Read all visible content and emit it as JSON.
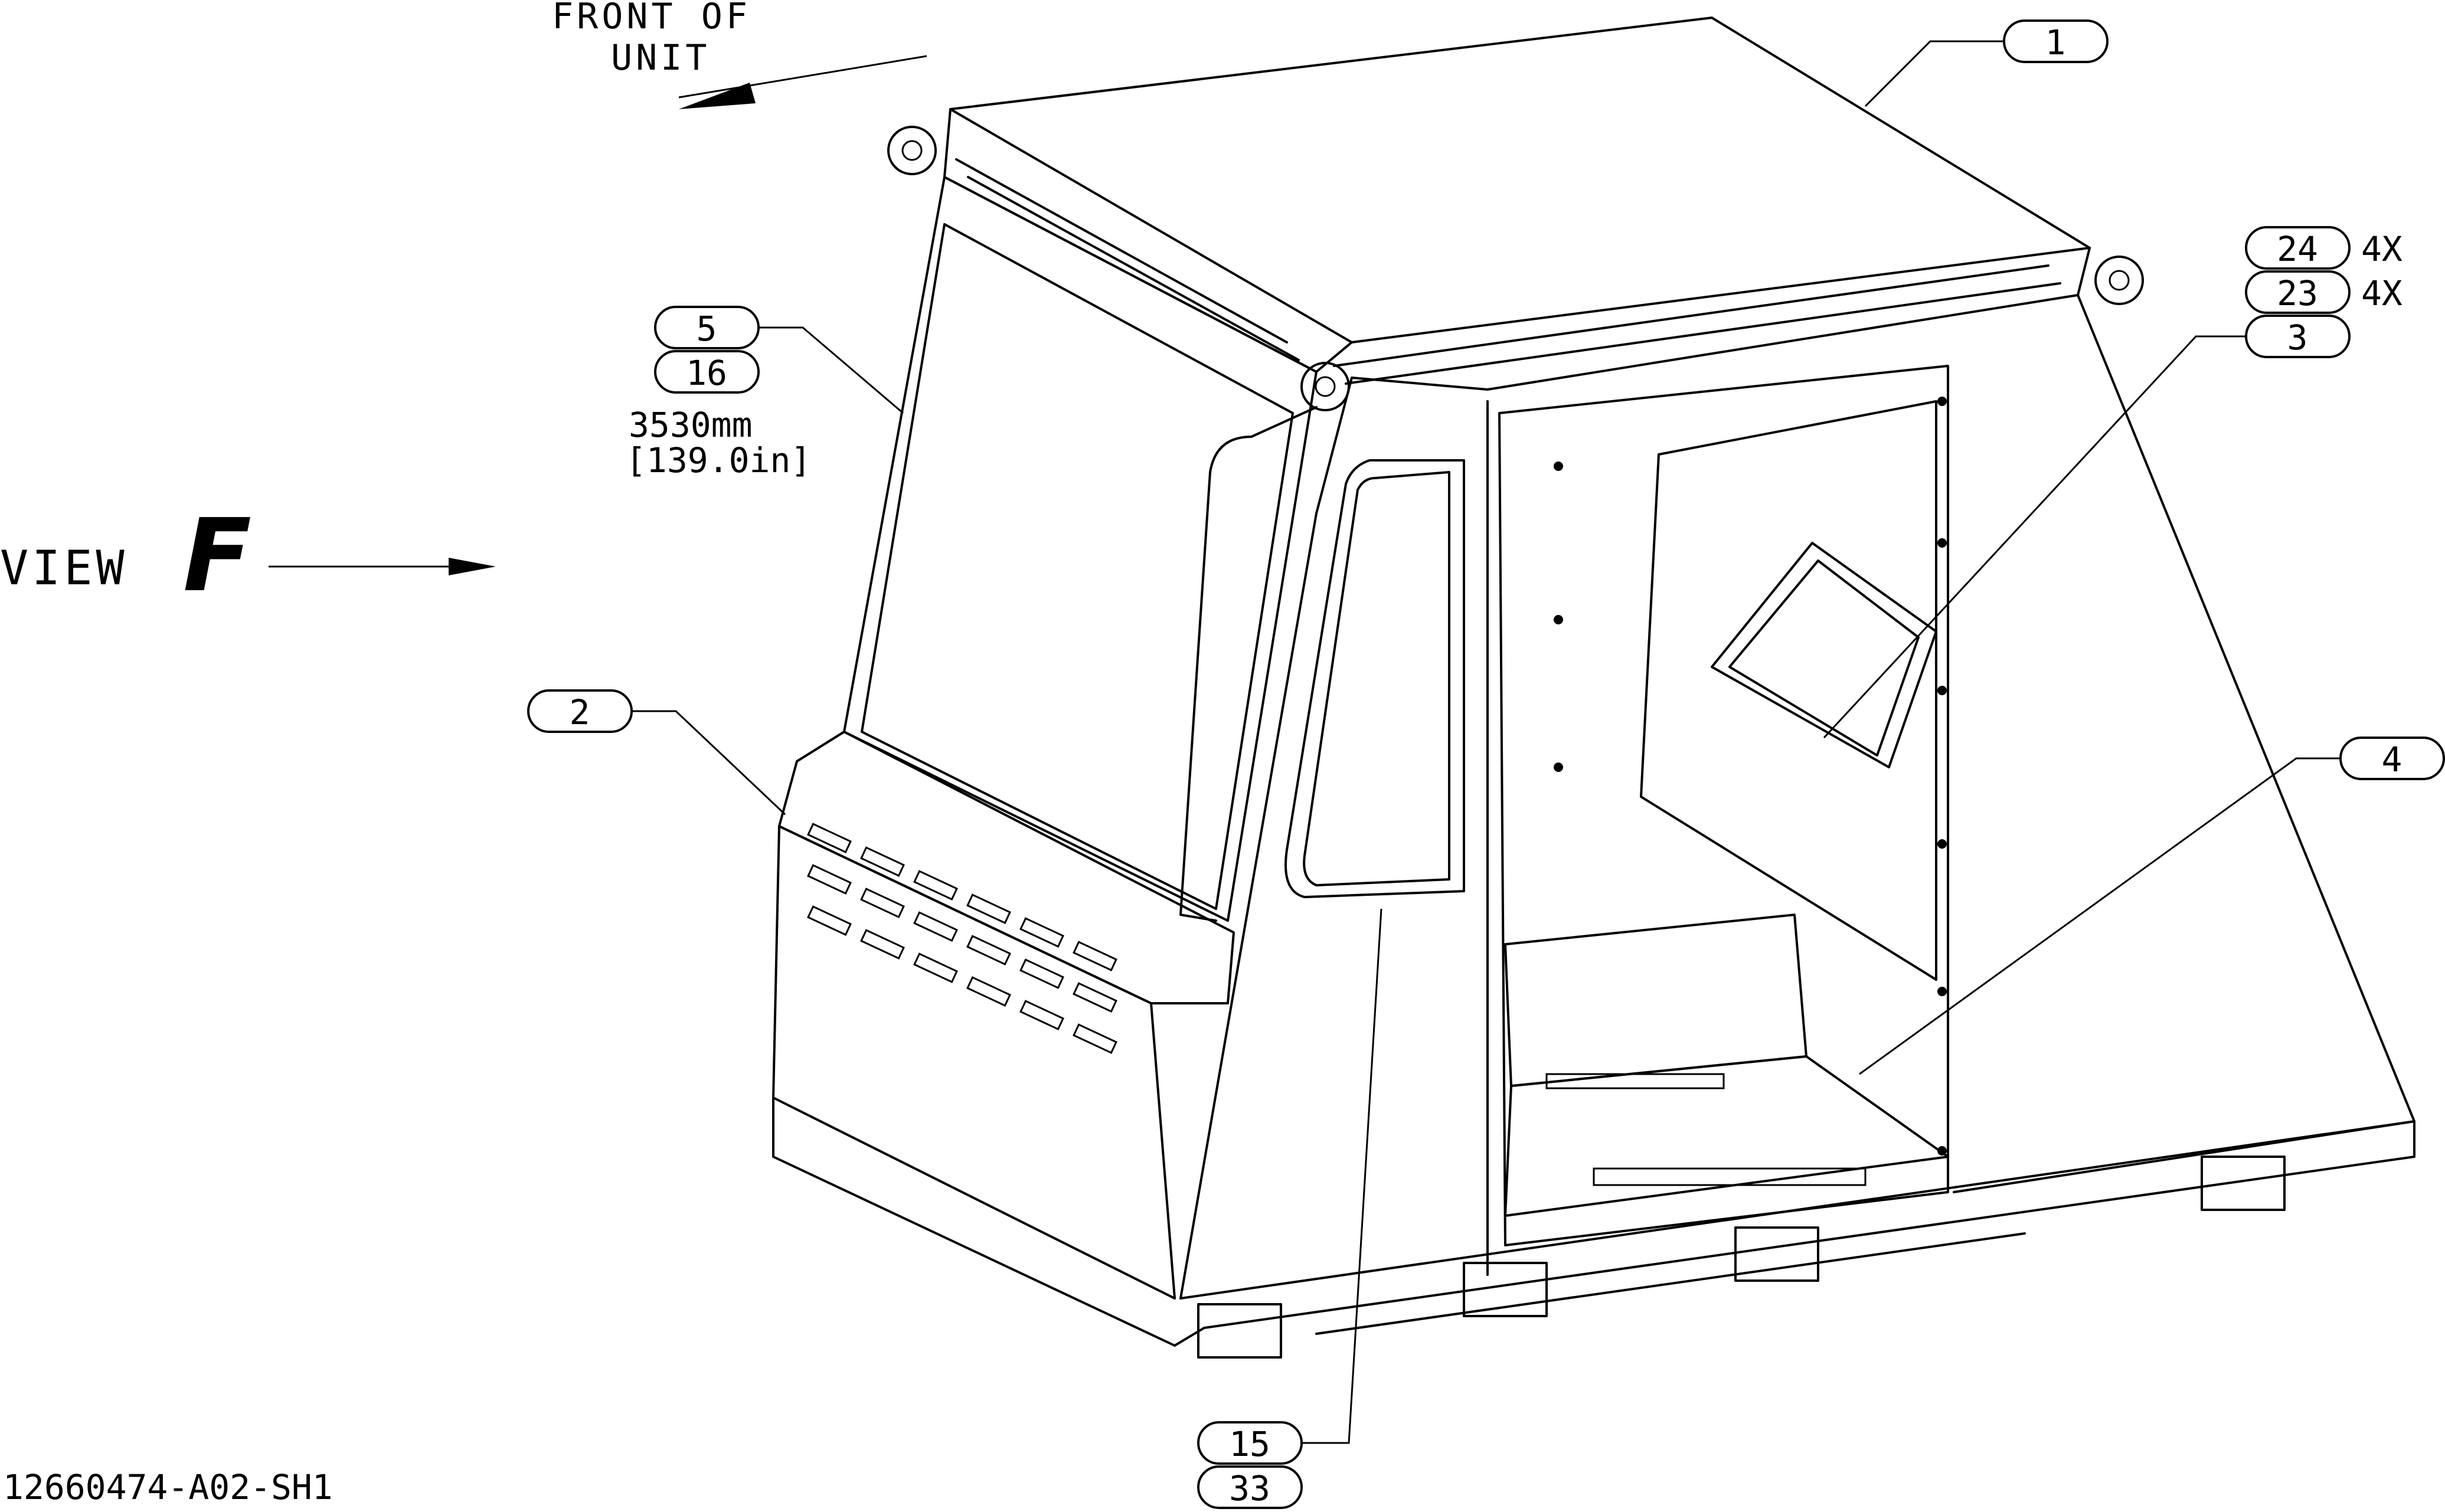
{
  "notes": {
    "front_of_unit_line1": "FRONT OF",
    "front_of_unit_line2": "UNIT",
    "view_word": "VIEW",
    "view_letter": "F",
    "dimension_mm": "3530mm",
    "dimension_in": "[139.0in]",
    "drawing_number": "12660474-A02-SH1"
  },
  "balloons": {
    "b1": "1",
    "b2": "2",
    "b3": "3",
    "b4": "4",
    "b5": "5",
    "b16": "16",
    "b15": "15",
    "b33": "33",
    "b24": "24",
    "b23": "23",
    "qty_24": "4X",
    "qty_23": "4X"
  }
}
